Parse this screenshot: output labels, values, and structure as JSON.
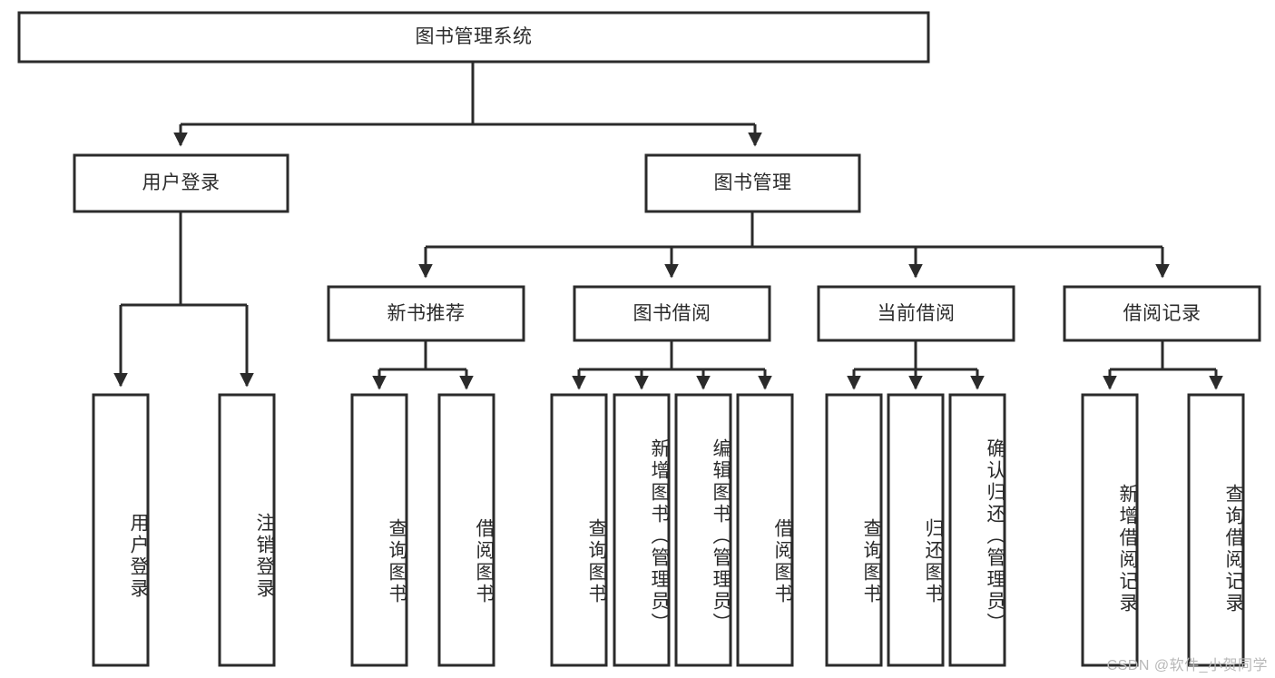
{
  "diagram": {
    "type": "tree-hierarchy",
    "title": "图书管理系统",
    "watermark": "CSDN @软件_小贺同学",
    "colors": {
      "box_stroke": "#2b2b2b",
      "box_fill": "#ffffff",
      "connector": "#2b2b2b",
      "background": "#ffffff",
      "watermark": "#b8b8b8"
    },
    "levels": {
      "root": {
        "label": "图书管理系统"
      },
      "level2": [
        {
          "label": "用户登录"
        },
        {
          "label": "图书管理"
        }
      ],
      "level3": [
        {
          "label": "新书推荐"
        },
        {
          "label": "图书借阅"
        },
        {
          "label": "当前借阅"
        },
        {
          "label": "借阅记录"
        }
      ],
      "leaves": {
        "user_login": [
          {
            "label": "用户登录"
          },
          {
            "label": "注销登录"
          }
        ],
        "new_book_recommend": [
          {
            "label": "查询图书"
          },
          {
            "label": "借阅图书"
          }
        ],
        "book_borrow": [
          {
            "label": "查询图书"
          },
          {
            "label": "新增图书（管理员）"
          },
          {
            "label": "编辑图书（管理员）"
          },
          {
            "label": "借阅图书"
          }
        ],
        "current_borrow": [
          {
            "label": "查询图书"
          },
          {
            "label": "归还图书"
          },
          {
            "label": "确认归还（管理员）"
          }
        ],
        "borrow_record": [
          {
            "label": "新增借阅记录"
          },
          {
            "label": "查询借阅记录"
          }
        ]
      }
    }
  }
}
